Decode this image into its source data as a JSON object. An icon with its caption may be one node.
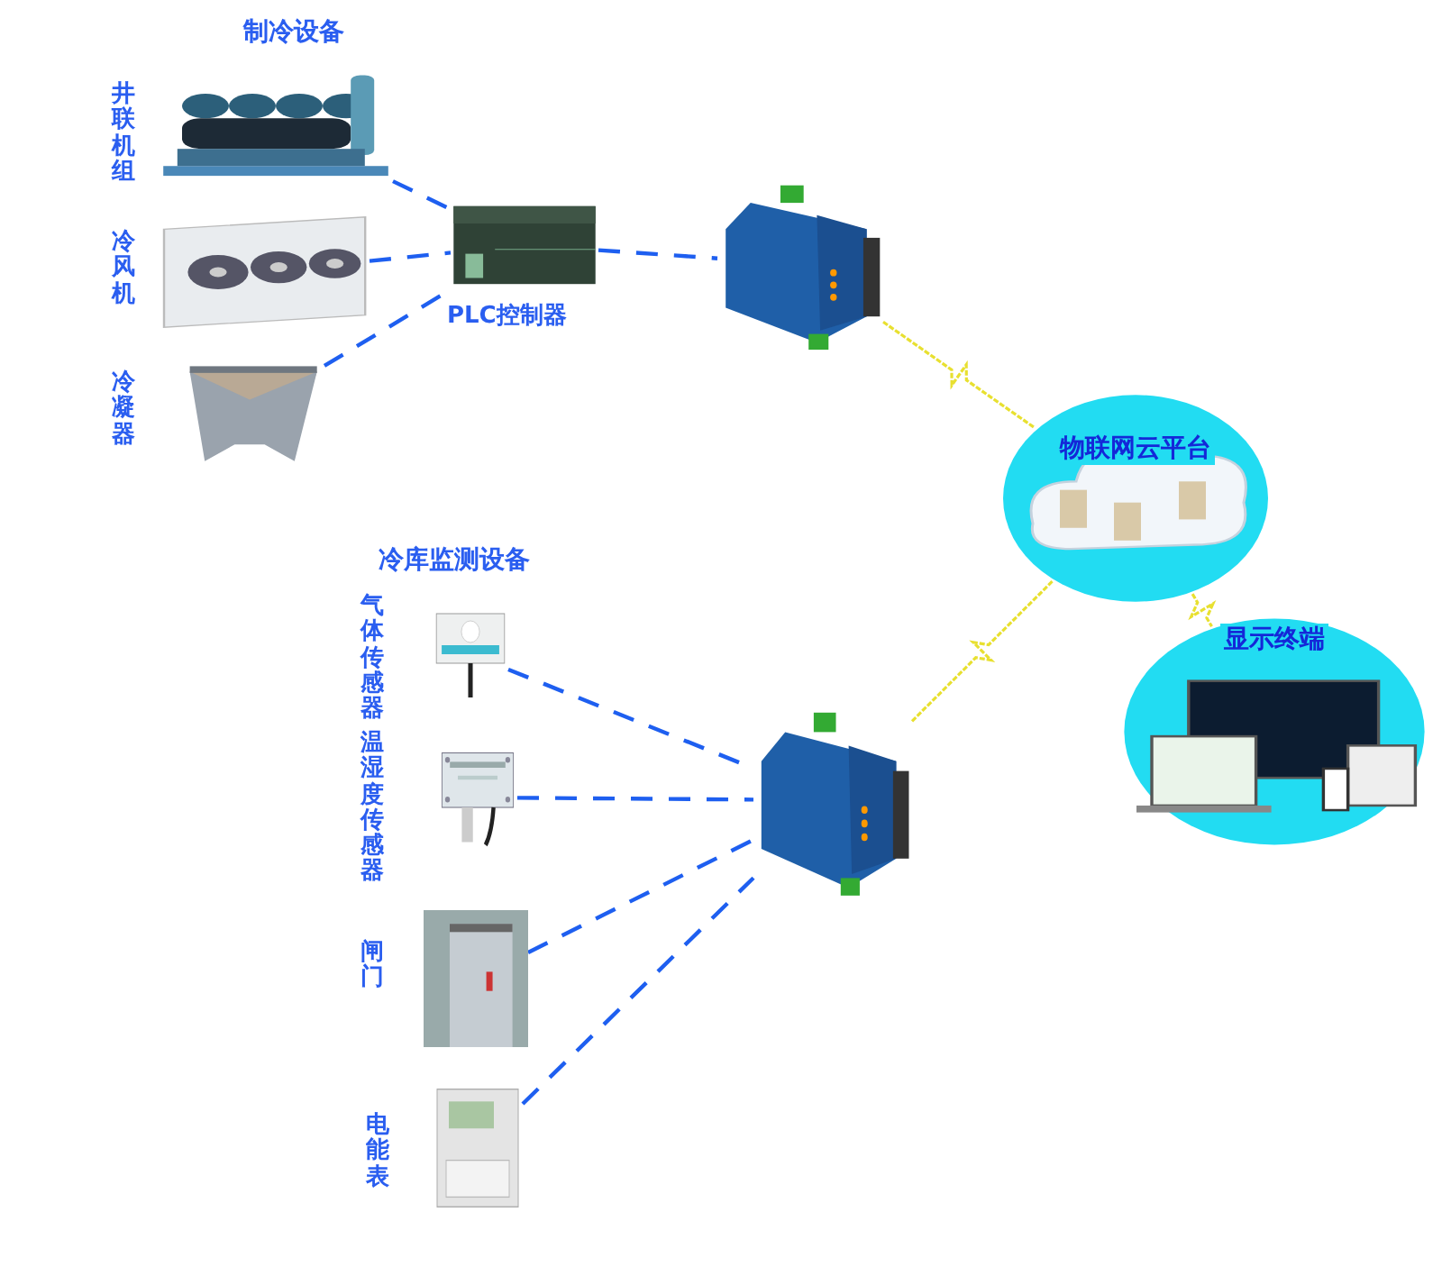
{
  "diagram": {
    "nodes": [
      {
        "text": [],
        "shape": "picture",
        "beside": [
          "井联机组"
        ]
      },
      {
        "text": [],
        "shape": "picture",
        "beside": [
          "冷风机"
        ]
      },
      {
        "text": [],
        "shape": "picture",
        "beside": [
          "冷凝器"
        ]
      },
      {
        "text": [],
        "shape": "picture",
        "beside": [
          "PLC控制器"
        ]
      },
      {
        "text": [],
        "shape": "picture"
      },
      {
        "text": [
          "物联网云平台"
        ]
      },
      {
        "text": [
          "显示终端"
        ]
      },
      {
        "text": [],
        "shape": "picture",
        "beside": [
          "气体传感器"
        ]
      },
      {
        "text": [],
        "shape": "picture",
        "beside": [
          "温湿度传感器"
        ]
      },
      {
        "text": [],
        "shape": "picture",
        "beside": [
          "闸门"
        ]
      },
      {
        "text": [],
        "shape": "picture",
        "beside": [
          "电能表"
        ]
      },
      {
        "text": [],
        "shape": "picture"
      }
    ],
    "edges": [
      {
        "from": 0,
        "to": 3,
        "arrow": "none",
        "style": "dashed"
      },
      {
        "from": 1,
        "to": 3,
        "arrow": "none",
        "style": "dashed"
      },
      {
        "from": 2,
        "to": 3,
        "arrow": "none",
        "style": "dashed"
      },
      {
        "from": 3,
        "to": 4,
        "arrow": "none",
        "style": "dashed"
      },
      {
        "from": 4,
        "to": 5,
        "arrow": "none",
        "color": "#e8e030"
      },
      {
        "from": 11,
        "to": 5,
        "arrow": "none",
        "color": "#e8e030"
      },
      {
        "from": 5,
        "to": 6,
        "arrow": "none",
        "color": "#e8e030"
      },
      {
        "from": 7,
        "to": 11,
        "arrow": "none",
        "style": "dashed"
      },
      {
        "from": 8,
        "to": 11,
        "arrow": "none",
        "style": "dashed"
      },
      {
        "from": 9,
        "to": 11,
        "arrow": "none",
        "style": "dashed"
      },
      {
        "from": 10,
        "to": 11,
        "arrow": "none",
        "style": "dashed"
      }
    ],
    "labels": [
      "制冷设备",
      "冷库监测设备"
    ]
  }
}
